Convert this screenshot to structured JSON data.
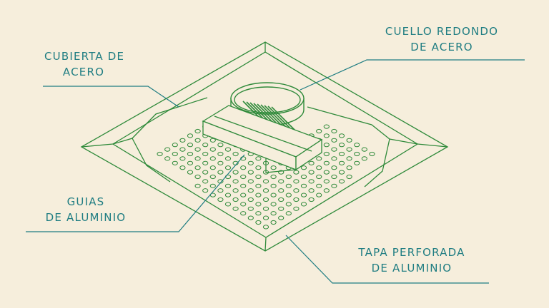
{
  "labels": {
    "cubierta": {
      "line1": "CUBIERTA DE",
      "line2": "ACERO"
    },
    "cuello": {
      "line1": "CUELLO REDONDO",
      "line2": "DE ACERO"
    },
    "guias": {
      "line1": "GUIAS",
      "line2": "DE ALUMINIO"
    },
    "tapa": {
      "line1": "TAPA PERFORADA",
      "line2": "DE ALUMINIO"
    }
  },
  "colors": {
    "background": "#f6eedc",
    "drawing": "#2f8a3a",
    "leader": "#1f7d82",
    "text": "#1f7d82"
  }
}
